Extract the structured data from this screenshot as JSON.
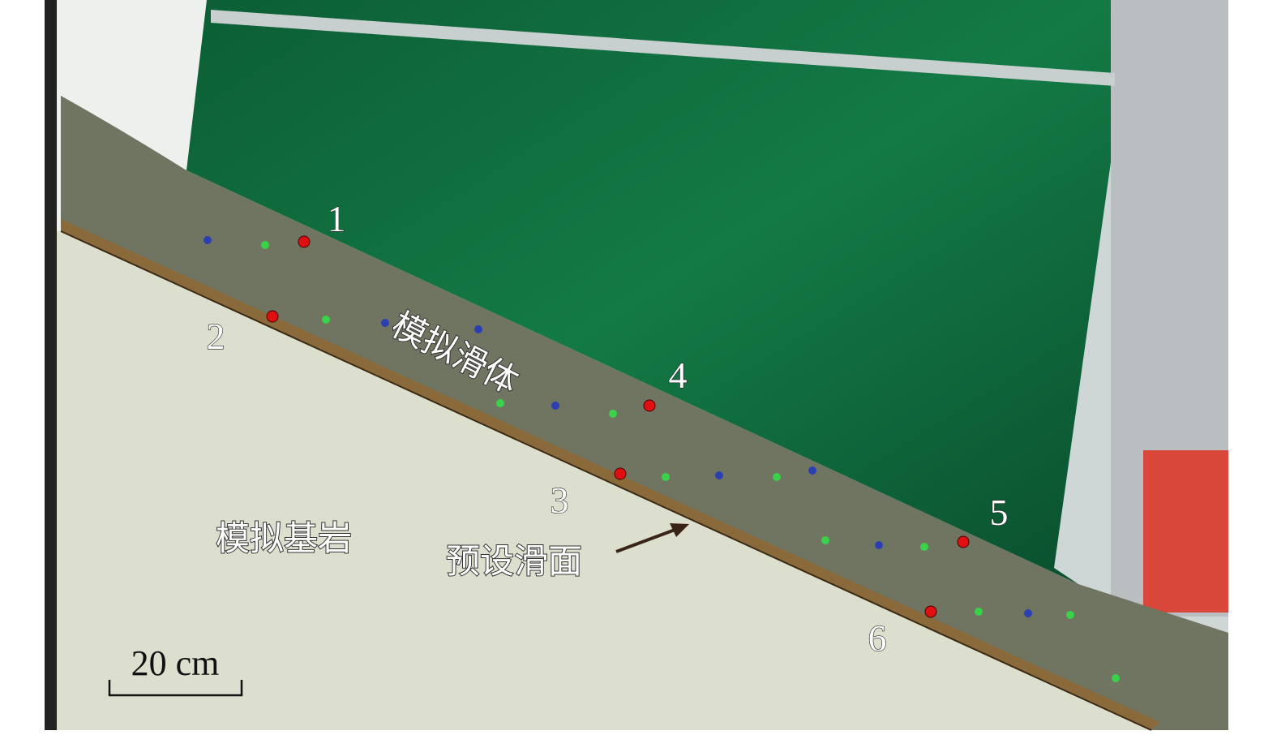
{
  "labels": {
    "points": [
      "1",
      "2",
      "3",
      "4",
      "5",
      "6"
    ],
    "sliding_body": "模拟滑体",
    "bedrock": "模拟基岩",
    "slip_surface": "预设滑面",
    "scale_bar": "20 cm"
  },
  "colors": {
    "water": "#0f6b3c",
    "bedrock": "#dcdfcd",
    "slide": "#6f7560",
    "monitor_red": "#e01010",
    "monitor_green": "#3ad24a",
    "monitor_blue": "#2b3fb0"
  }
}
